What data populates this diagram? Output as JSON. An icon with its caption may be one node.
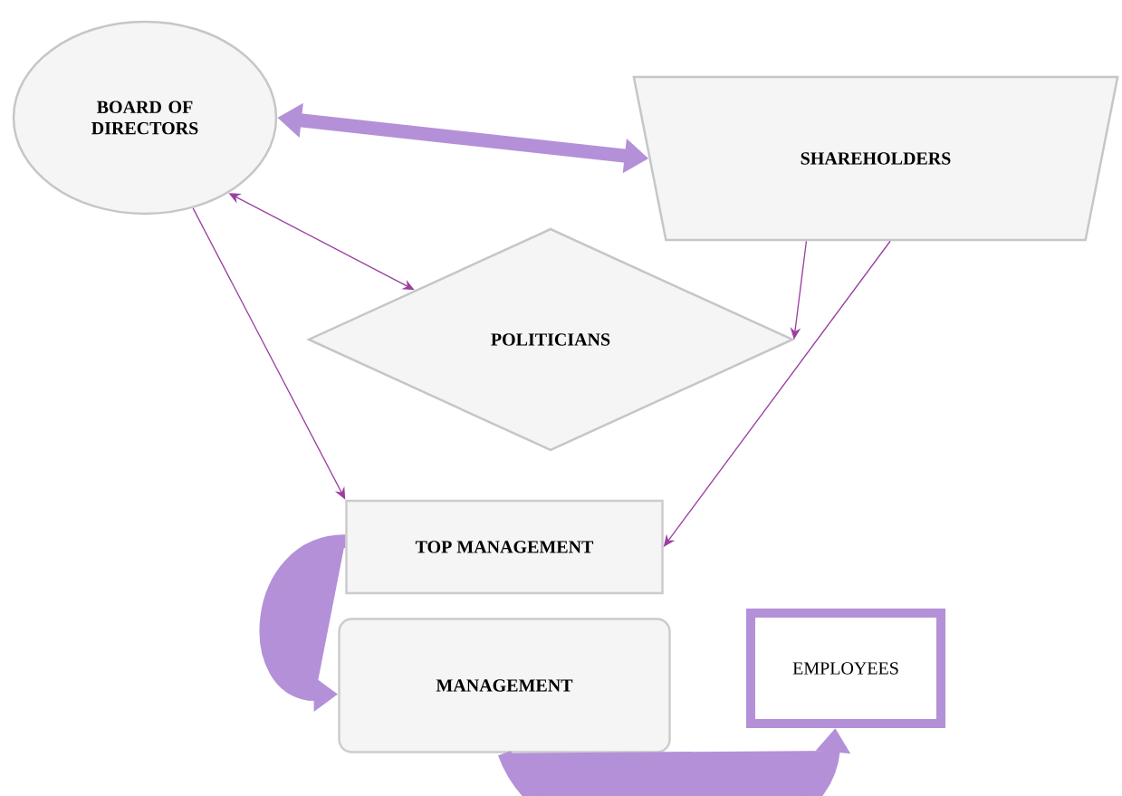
{
  "diagram": {
    "nodes": [
      {
        "text": [
          "BOARD OF DIRECTORS"
        ]
      },
      {
        "text": [
          "SHAREHOLDERS"
        ]
      },
      {
        "text": [
          "POLITICIANS"
        ]
      },
      {
        "text": [
          "TOP MANAGEMENT"
        ]
      },
      {
        "text": [
          "MANAGEMENT"
        ]
      },
      {
        "text": [
          "EMPLOYEES"
        ]
      }
    ],
    "edges": [
      {
        "from": 0,
        "to": 1,
        "arrow": "both",
        "style": "thick",
        "color": "#b490d8"
      },
      {
        "from": 0,
        "to": 2,
        "arrow": "both"
      },
      {
        "from": 0,
        "to": 3,
        "arrow": "to"
      },
      {
        "from": 1,
        "to": 2,
        "arrow": "to"
      },
      {
        "from": 1,
        "to": 3,
        "arrow": "to"
      },
      {
        "from": 3,
        "to": 4,
        "arrow": "to",
        "style": "thick",
        "color": "#b490d8"
      },
      {
        "from": 4,
        "to": 5,
        "arrow": "to",
        "style": "thick",
        "color": "#b490d8"
      }
    ]
  }
}
